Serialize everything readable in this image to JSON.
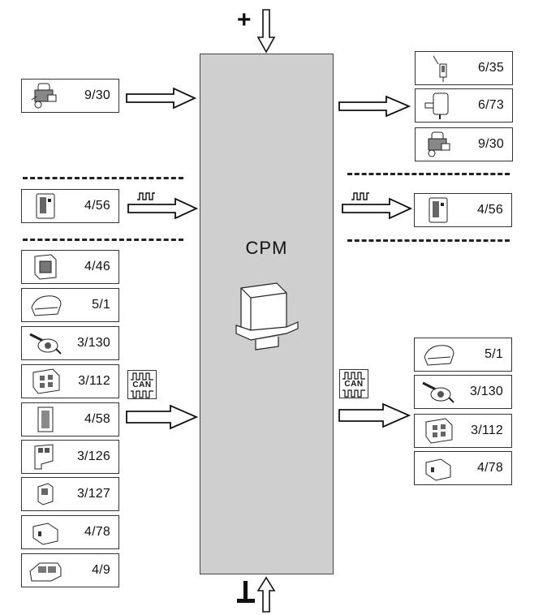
{
  "cpm": {
    "label": "CPM"
  },
  "power": {
    "plus": "+"
  },
  "left": {
    "top_input": {
      "label": "9/30",
      "icon": "pump-assembly-icon"
    },
    "signal_input": {
      "label": "4/56",
      "icon": "control-module-icon"
    },
    "can_inputs": [
      {
        "label": "4/46",
        "icon": "ecu-module-icon"
      },
      {
        "label": "5/1",
        "icon": "instrument-cluster-icon"
      },
      {
        "label": "3/130",
        "icon": "stalk-switch-icon"
      },
      {
        "label": "3/112",
        "icon": "switch-panel-icon"
      },
      {
        "label": "4/58",
        "icon": "remote-module-icon"
      },
      {
        "label": "3/126",
        "icon": "switch-block-icon"
      },
      {
        "label": "3/127",
        "icon": "lever-switch-icon"
      },
      {
        "label": "4/78",
        "icon": "small-module-icon"
      },
      {
        "label": "4/9",
        "icon": "large-unit-icon"
      }
    ]
  },
  "right": {
    "top_outputs": [
      {
        "label": "6/35",
        "icon": "solenoid-valve-icon"
      },
      {
        "label": "6/73",
        "icon": "valve-cylinder-icon"
      },
      {
        "label": "9/30",
        "icon": "pump-assembly-icon"
      }
    ],
    "signal_output": {
      "label": "4/56",
      "icon": "control-module-icon"
    },
    "can_outputs": [
      {
        "label": "5/1",
        "icon": "instrument-cluster-icon"
      },
      {
        "label": "3/130",
        "icon": "stalk-switch-icon"
      },
      {
        "label": "3/112",
        "icon": "switch-panel-icon"
      },
      {
        "label": "4/78",
        "icon": "small-module-icon"
      }
    ]
  },
  "can_badge": {
    "text": "CAN"
  }
}
